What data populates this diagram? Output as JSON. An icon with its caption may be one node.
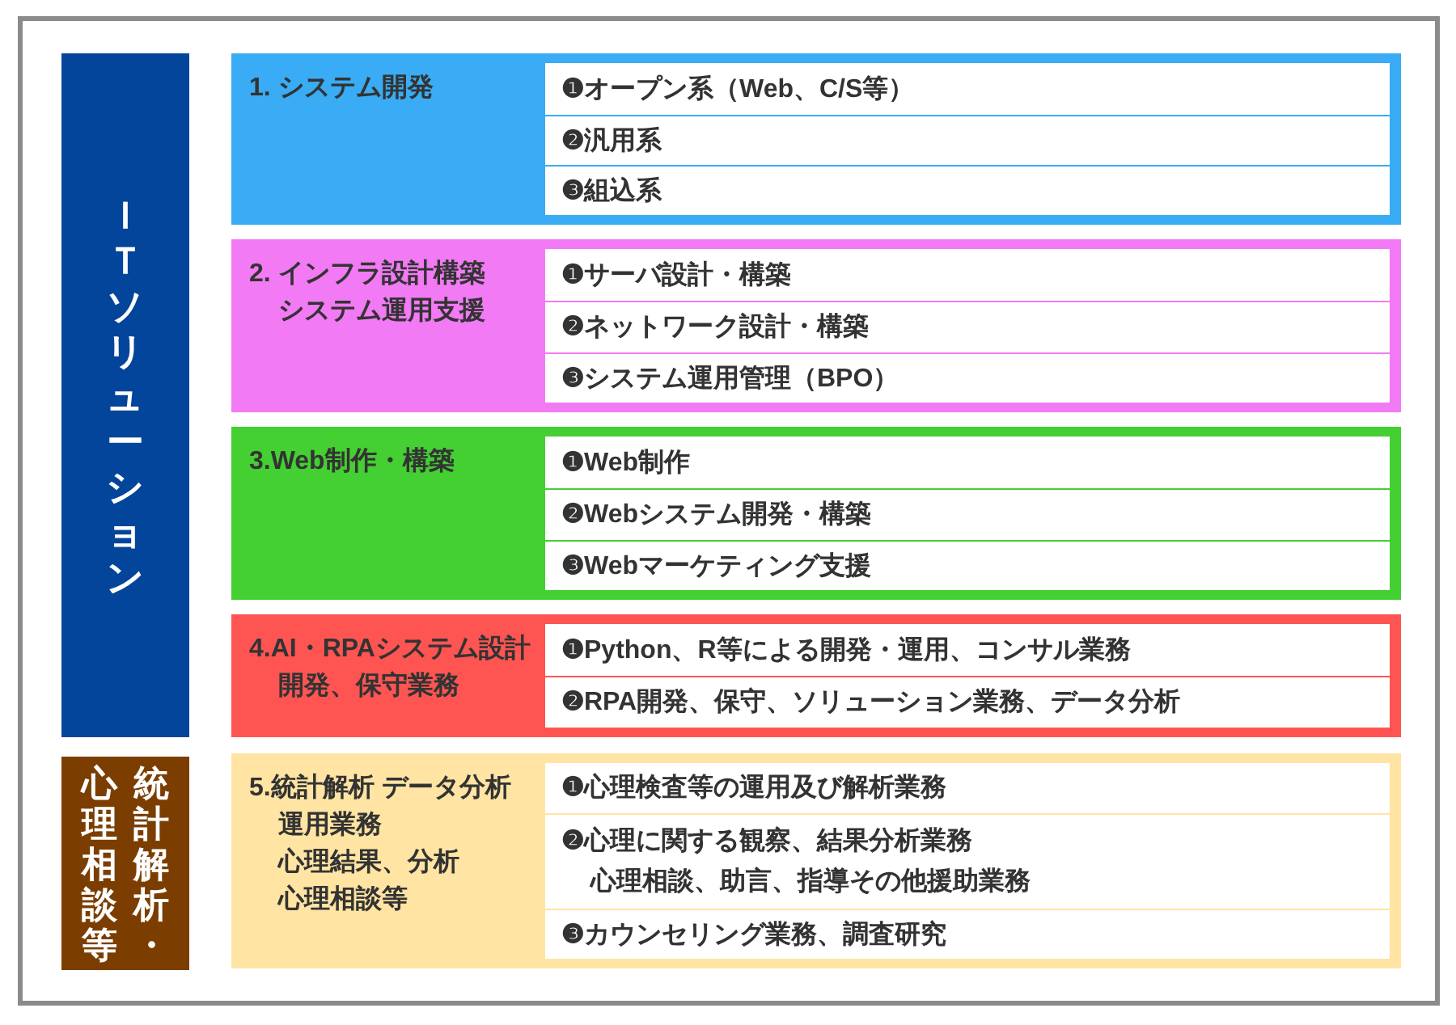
{
  "diagram": {
    "nodes": [
      {
        "text": [
          "ＩＴソリューション"
        ]
      },
      {
        "text": [
          "1. システム開発"
        ]
      },
      {
        "text": [
          "❶オープン系（Web、C/S等）"
        ],
        "in": 1
      },
      {
        "text": [
          "❷汎用系"
        ],
        "in": 1
      },
      {
        "text": [
          "❸組込系"
        ],
        "in": 1
      },
      {
        "text": [
          "2. インフラ設計構築",
          "システム運用支援"
        ]
      },
      {
        "text": [
          "❶サーバ設計・構築"
        ],
        "in": 5
      },
      {
        "text": [
          "❷ネットワーク設計・構築"
        ],
        "in": 5
      },
      {
        "text": [
          "❸システム運用管理（BPO）"
        ],
        "in": 5
      },
      {
        "text": [
          "3.Web制作・構築"
        ]
      },
      {
        "text": [
          "❶Web制作"
        ],
        "in": 9
      },
      {
        "text": [
          "❷Webシステム開発・構築"
        ],
        "in": 9
      },
      {
        "text": [
          "❸Webマーケティング支援"
        ],
        "in": 9
      },
      {
        "text": [
          "4.AI・RPAシステム設計開発、保守業務"
        ]
      },
      {
        "text": [
          "❶Python、R等による開発・運用、コンサル業務"
        ],
        "in": 13
      },
      {
        "text": [
          "❷RPA開発、保守、ソリューション業務、データ分析"
        ],
        "in": 13
      },
      {
        "text": [
          "統計解析・心理相談等"
        ]
      },
      {
        "text": [
          "5.統計解析 データ分析",
          "運用業務",
          "心理結果、分析",
          "心理相談等"
        ]
      },
      {
        "text": [
          "❶心理検査等の運用及び解析業務"
        ],
        "in": 17
      },
      {
        "text": [
          "❷心理に関する観察、結果分析業務",
          "心理相談、助言、指導その他援助業務"
        ],
        "in": 17
      },
      {
        "text": [
          "❸カウンセリング業務、調査研究"
        ],
        "in": 17
      }
    ]
  }
}
